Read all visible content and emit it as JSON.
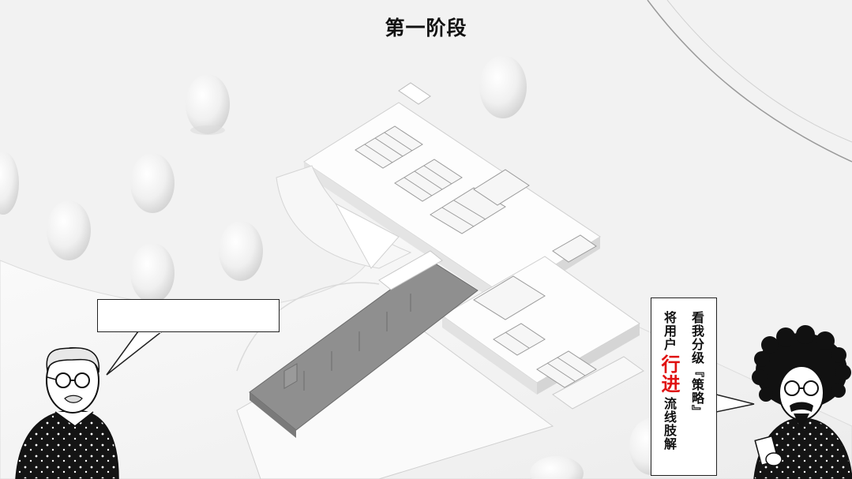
{
  "title": "第一阶段",
  "speech_left": {
    "text": ""
  },
  "speech_right": {
    "col1_pre": "看我分级",
    "col1_quote": "『策略』",
    "col2_pre": "将用户",
    "col2_emph": "行进",
    "col2_post": "流线肢解"
  },
  "colors": {
    "background": "#f3f3f3",
    "building": "#ffffff",
    "highlight_zone": "#8f8f8f",
    "outline": "#222222",
    "emphasis_text": "#e01010"
  },
  "icons": [
    "tree-icon",
    "building-model-icon",
    "old-man-character-icon",
    "afro-man-character-icon"
  ]
}
